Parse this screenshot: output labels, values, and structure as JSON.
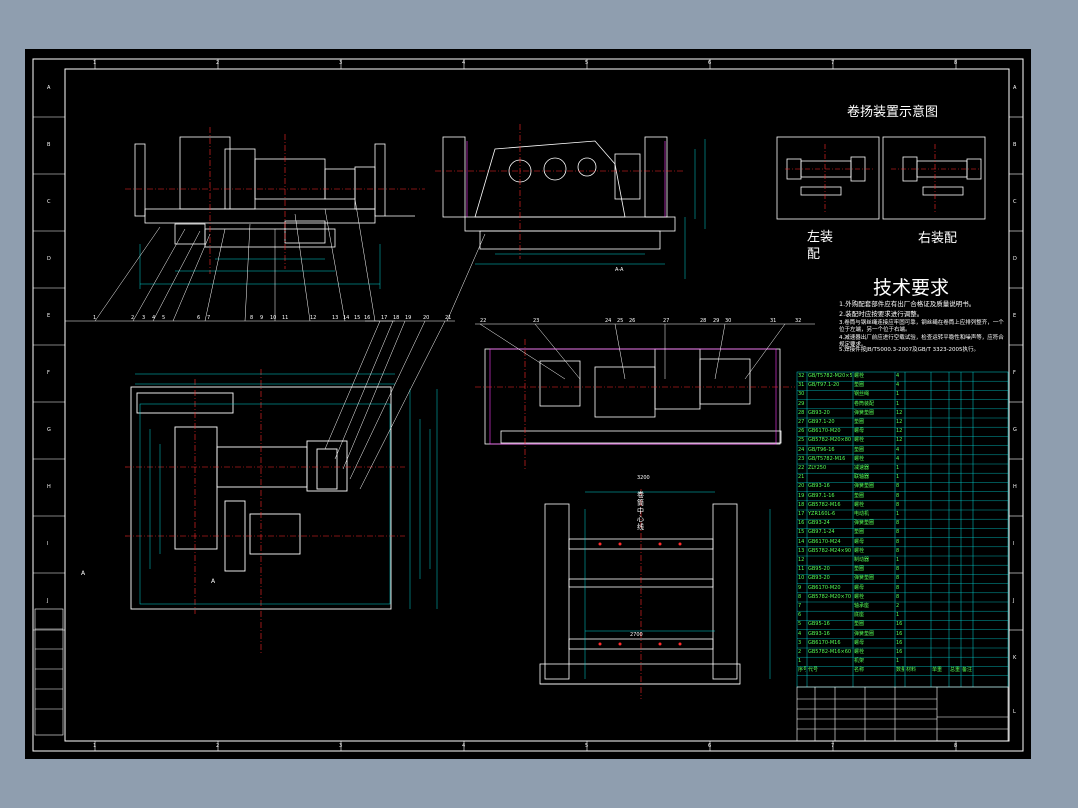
{
  "drawing": {
    "schematic_title": "卷扬装置示意图",
    "left_label": "左装配",
    "right_label": "右装配",
    "tech_req_title": "技术要求",
    "section_label": "A-A",
    "view_mark": "A",
    "notes": [
      "1.外购配套部件应有出厂合格证及质量说明书。",
      "2.装配时应按要求进行调整。",
      "3.卷筒与钢丝绳连接应牢固可靠，钢丝绳在卷筒上应排列整齐，一个位于左端，另一个位于右端。",
      "4.减速器出厂前应进行空载试验，检查运转平稳性和噪声等，应符合规定要求。",
      "5.焊接件按JB/T5000.3-2007及GB/T 3323-2005执行。"
    ],
    "zone_cols": [
      "1",
      "2",
      "3",
      "4",
      "5",
      "6",
      "7",
      "8"
    ],
    "zone_rows": [
      "A",
      "B",
      "C",
      "D",
      "E",
      "F",
      "G",
      "H",
      "I",
      "J",
      "K",
      "L"
    ],
    "balloon_numbers": [
      "1",
      "2",
      "3",
      "4",
      "5",
      "6",
      "7",
      "8",
      "9",
      "10",
      "11",
      "12",
      "13",
      "14",
      "15",
      "16",
      "17",
      "18",
      "19",
      "20",
      "21",
      "22",
      "23",
      "24",
      "25",
      "26",
      "27",
      "28",
      "29",
      "30",
      "31",
      "32"
    ],
    "vertical_text": "卷筒中心线",
    "dim_width": "3200",
    "dim_height": "2700"
  },
  "bom": {
    "rows": [
      [
        "32",
        "GB/T5782-M20×55",
        "螺栓",
        "4",
        "",
        "",
        "",
        ""
      ],
      [
        "31",
        "GB/T97.1-20",
        "垫圈",
        "4",
        "",
        "",
        "",
        ""
      ],
      [
        "30",
        "",
        "钢丝绳",
        "1",
        "",
        "",
        "",
        ""
      ],
      [
        "29",
        "",
        "卷筒装配",
        "1",
        "",
        "",
        "",
        ""
      ],
      [
        "28",
        "GB93-20",
        "弹簧垫圈",
        "12",
        "",
        "",
        "",
        ""
      ],
      [
        "27",
        "GB97.1-20",
        "垫圈",
        "12",
        "",
        "",
        "",
        ""
      ],
      [
        "26",
        "GB6170-M20",
        "螺母",
        "12",
        "",
        "",
        "",
        ""
      ],
      [
        "25",
        "GB5782-M20×80",
        "螺栓",
        "12",
        "",
        "",
        "",
        ""
      ],
      [
        "24",
        "GB/T96-16",
        "垫圈",
        "4",
        "",
        "",
        "",
        ""
      ],
      [
        "23",
        "GB/T5782-M16",
        "螺栓",
        "4",
        "",
        "",
        "",
        ""
      ],
      [
        "22",
        "ZLY250",
        "减速器",
        "1",
        "",
        "",
        "",
        ""
      ],
      [
        "21",
        "",
        "联轴器",
        "1",
        "",
        "",
        "",
        ""
      ],
      [
        "20",
        "GB93-16",
        "弹簧垫圈",
        "8",
        "",
        "",
        "",
        ""
      ],
      [
        "19",
        "GB97.1-16",
        "垫圈",
        "8",
        "",
        "",
        "",
        ""
      ],
      [
        "18",
        "GB5782-M16",
        "螺栓",
        "8",
        "",
        "",
        "",
        ""
      ],
      [
        "17",
        "YZR160L-6",
        "电动机",
        "1",
        "",
        "",
        "",
        ""
      ],
      [
        "16",
        "GB93-24",
        "弹簧垫圈",
        "8",
        "",
        "",
        "",
        ""
      ],
      [
        "15",
        "GB97.1-24",
        "垫圈",
        "8",
        "",
        "",
        "",
        ""
      ],
      [
        "14",
        "GB6170-M24",
        "螺母",
        "8",
        "",
        "",
        "",
        ""
      ],
      [
        "13",
        "GB5782-M24×90",
        "螺栓",
        "8",
        "",
        "",
        "",
        ""
      ],
      [
        "12",
        "",
        "制动器",
        "1",
        "",
        "",
        "",
        ""
      ],
      [
        "11",
        "GB95-20",
        "垫圈",
        "8",
        "",
        "",
        "",
        ""
      ],
      [
        "10",
        "GB93-20",
        "弹簧垫圈",
        "8",
        "",
        "",
        "",
        ""
      ],
      [
        "9",
        "GB6170-M20",
        "螺母",
        "8",
        "",
        "",
        "",
        ""
      ],
      [
        "8",
        "GB5782-M20×70",
        "螺栓",
        "8",
        "",
        "",
        "",
        ""
      ],
      [
        "7",
        "",
        "轴承座",
        "2",
        "",
        "",
        "",
        ""
      ],
      [
        "6",
        "",
        "底座",
        "1",
        "",
        "",
        "",
        ""
      ],
      [
        "5",
        "GB95-16",
        "垫圈",
        "16",
        "",
        "",
        "",
        ""
      ],
      [
        "4",
        "GB93-16",
        "弹簧垫圈",
        "16",
        "",
        "",
        "",
        ""
      ],
      [
        "3",
        "GB6170-M16",
        "螺母",
        "16",
        "",
        "",
        "",
        ""
      ],
      [
        "2",
        "GB5782-M16×60",
        "螺栓",
        "16",
        "",
        "",
        "",
        ""
      ],
      [
        "1",
        "",
        "机架",
        "1",
        "",
        "",
        "",
        ""
      ]
    ],
    "header": [
      "序号",
      "代号",
      "名称",
      "数量",
      "材料",
      "单重",
      "总重",
      "备注"
    ]
  },
  "colors": {
    "outline": "#ffffff",
    "part": "#ffffff",
    "dimension": "#00d4d4",
    "center": "#ff2a2a",
    "bom_text": "#56ff56",
    "table_lines": "#00d4d4",
    "magenta": "#ff40ff",
    "yellow": "#ffff40"
  }
}
